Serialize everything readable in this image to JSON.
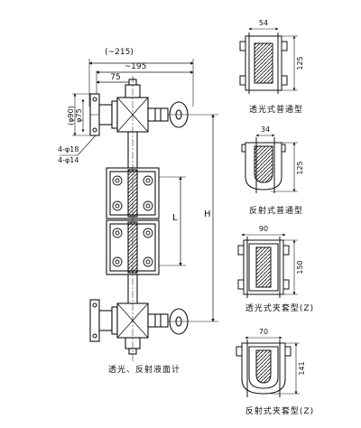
{
  "main": {
    "dim_top": "(~215)",
    "dim_mid": "~195",
    "dim_75": "75",
    "dim_phi90": "(φ90)",
    "dim_phi75": "φ75",
    "dim_bolt18": "4-φ18",
    "dim_bolt14": "4-φ14",
    "dim_L": "L",
    "dim_H": "H",
    "caption": "透光、反射液面计"
  },
  "sections": [
    {
      "dim_w": "54",
      "dim_h": "125",
      "caption": "透光式普通型"
    },
    {
      "dim_w": "34",
      "dim_h": "125",
      "caption": "反射式普通型"
    },
    {
      "dim_w": "90",
      "dim_h": "150",
      "caption": "透光式夹套型(Z)"
    },
    {
      "dim_w": "70",
      "dim_h": "141",
      "caption": "反射式夹套型(Z)"
    }
  ]
}
